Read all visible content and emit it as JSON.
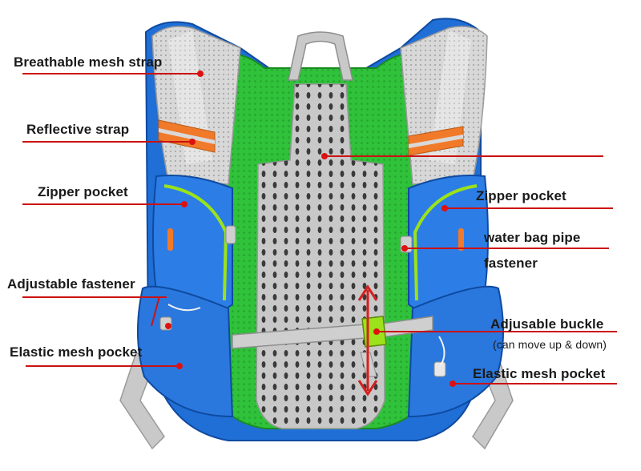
{
  "labels": {
    "breathable_mesh_strap": "Breathable mesh strap",
    "reflective_strap": "Reflective strap",
    "zipper_pocket_left": "Zipper pocket",
    "zipper_pocket_right": "Zipper pocket",
    "water_bag_pipe": "water bag pipe",
    "fastener": "fastener",
    "adjustable_fastener": "Adjustable fastener",
    "adjusable_buckle": "Adjusable buckle",
    "buckle_note": "(can move up & down)",
    "elastic_mesh_pocket_left": "Elastic mesh pocket",
    "elastic_mesh_pocket_right": "Elastic mesh pocket"
  },
  "colors": {
    "vest_blue": "#1f6fd6",
    "mesh_green": "#2fc23a",
    "mesh_grey": "#c8c8c8",
    "reflective_orange": "#f07a2a",
    "trim_lime": "#9be21a",
    "leader_red": "#cc1111"
  }
}
